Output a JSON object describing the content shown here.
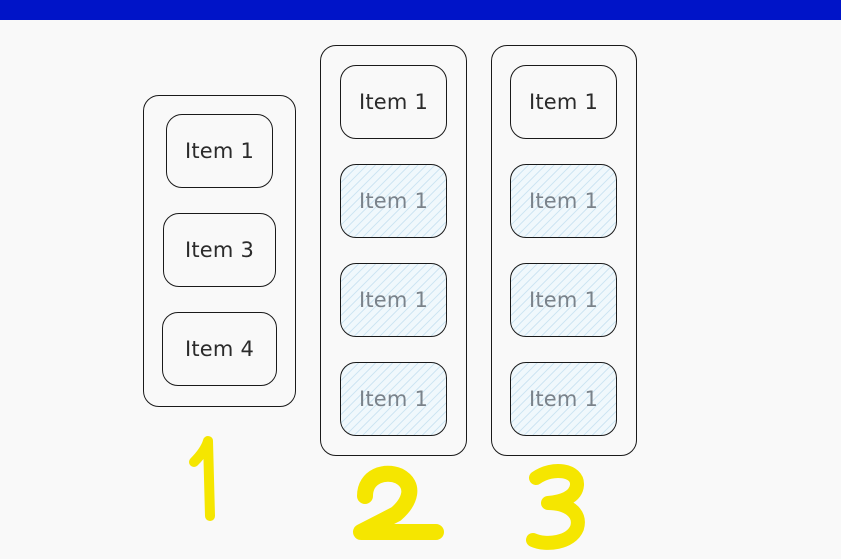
{
  "header": {
    "bar_color": "#0014c8"
  },
  "columns": [
    {
      "items": [
        {
          "label": "Item 1",
          "state": "normal"
        },
        {
          "label": "Item 3",
          "state": "normal"
        },
        {
          "label": "Item 4",
          "state": "normal"
        }
      ]
    },
    {
      "items": [
        {
          "label": "Item 1",
          "state": "normal"
        },
        {
          "label": "Item 1",
          "state": "ghost"
        },
        {
          "label": "Item 1",
          "state": "ghost"
        },
        {
          "label": "Item 1",
          "state": "ghost"
        }
      ]
    },
    {
      "items": [
        {
          "label": "Item 1",
          "state": "normal"
        },
        {
          "label": "Item 1",
          "state": "ghost"
        },
        {
          "label": "Item 1",
          "state": "ghost"
        },
        {
          "label": "Item 1",
          "state": "ghost"
        }
      ]
    }
  ],
  "annotations": {
    "color": "#f5e600",
    "labels": [
      "1",
      "2",
      "3"
    ]
  }
}
